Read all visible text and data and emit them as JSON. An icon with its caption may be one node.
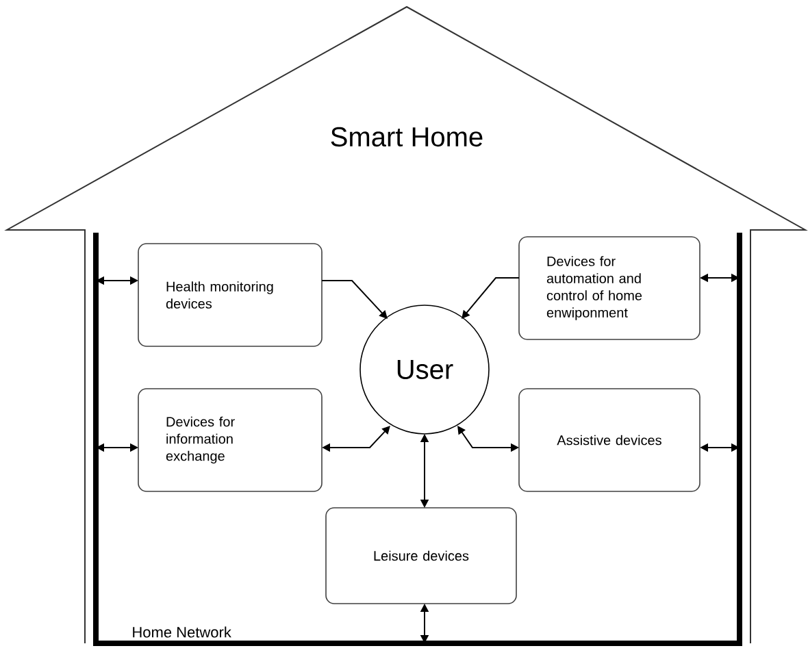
{
  "diagram": {
    "title": "Smart Home",
    "nodes": [
      {
        "text": [
          "Home Network"
        ]
      },
      {
        "text": [
          "Health monitoring devices"
        ],
        "in": 0
      },
      {
        "text": [
          "Devices for automation and control of home enwiponment"
        ],
        "in": 0
      },
      {
        "text": [
          "User"
        ],
        "in": 0
      },
      {
        "text": [
          "Devices for information exchange"
        ],
        "in": 0
      },
      {
        "text": [
          "Assistive devices"
        ],
        "in": 0
      },
      {
        "text": [
          "Leisure devices"
        ],
        "in": 0
      }
    ],
    "edges": [
      {
        "from": 1,
        "to": 3,
        "arrow": "to"
      },
      {
        "from": 2,
        "to": 3,
        "arrow": "to"
      },
      {
        "from": 4,
        "to": 3,
        "arrow": "both"
      },
      {
        "from": 5,
        "to": 3,
        "arrow": "both"
      },
      {
        "from": 6,
        "to": 3,
        "arrow": "both"
      },
      {
        "from": 0,
        "to": 1,
        "arrow": "both"
      },
      {
        "from": 0,
        "to": 2,
        "arrow": "both"
      },
      {
        "from": 0,
        "to": 4,
        "arrow": "both"
      },
      {
        "from": 0,
        "to": 5,
        "arrow": "both"
      },
      {
        "from": 0,
        "to": 6,
        "arrow": "both"
      }
    ]
  }
}
